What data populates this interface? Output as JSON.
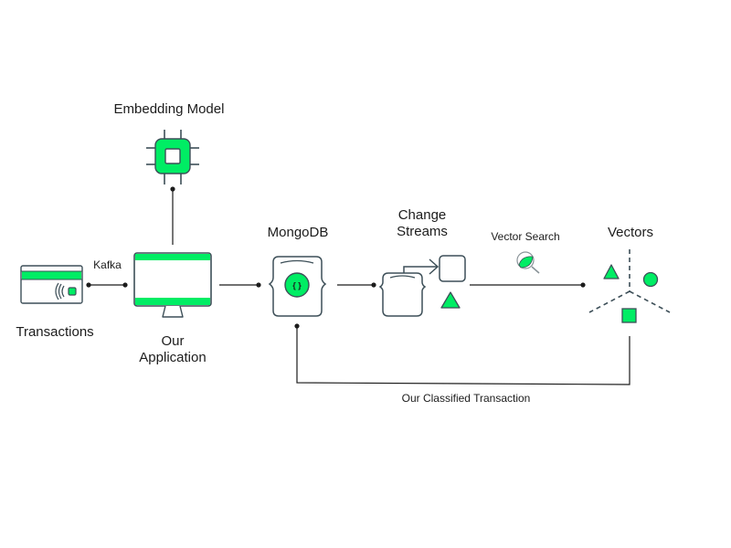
{
  "diagram": {
    "colors": {
      "accent": "#00ED64",
      "stroke": "#3D4F58",
      "line": "#1C1C1C"
    },
    "nodes": {
      "embedding_model": {
        "label": "Embedding Model",
        "icon": "chip-icon"
      },
      "transactions": {
        "label": "Transactions",
        "icon": "credit-card-contactless-icon"
      },
      "our_application": {
        "label_line1": "Our",
        "label_line2": "Application",
        "icon": "monitor-icon"
      },
      "mongodb": {
        "label": "MongoDB",
        "icon": "database-document-icon"
      },
      "change_streams": {
        "label_line1": "Change",
        "label_line2": "Streams",
        "icon": "change-stream-icon"
      },
      "vectors": {
        "label": "Vectors",
        "icon": "vector-space-icon"
      }
    },
    "edges": {
      "kafka": {
        "label": "Kafka",
        "from": "transactions",
        "to": "our_application"
      },
      "embedding": {
        "label": "",
        "from": "our_application",
        "to": "embedding_model"
      },
      "app_to_db": {
        "label": "",
        "from": "our_application",
        "to": "mongodb"
      },
      "db_to_streams": {
        "label": "",
        "from": "mongodb",
        "to": "change_streams"
      },
      "vector_search": {
        "label": "Vector Search",
        "icon": "magnifier-icon",
        "from": "change_streams",
        "to": "vectors"
      },
      "classified": {
        "label": "Our Classified Transaction",
        "from": "vectors",
        "to": "mongodb"
      }
    }
  }
}
